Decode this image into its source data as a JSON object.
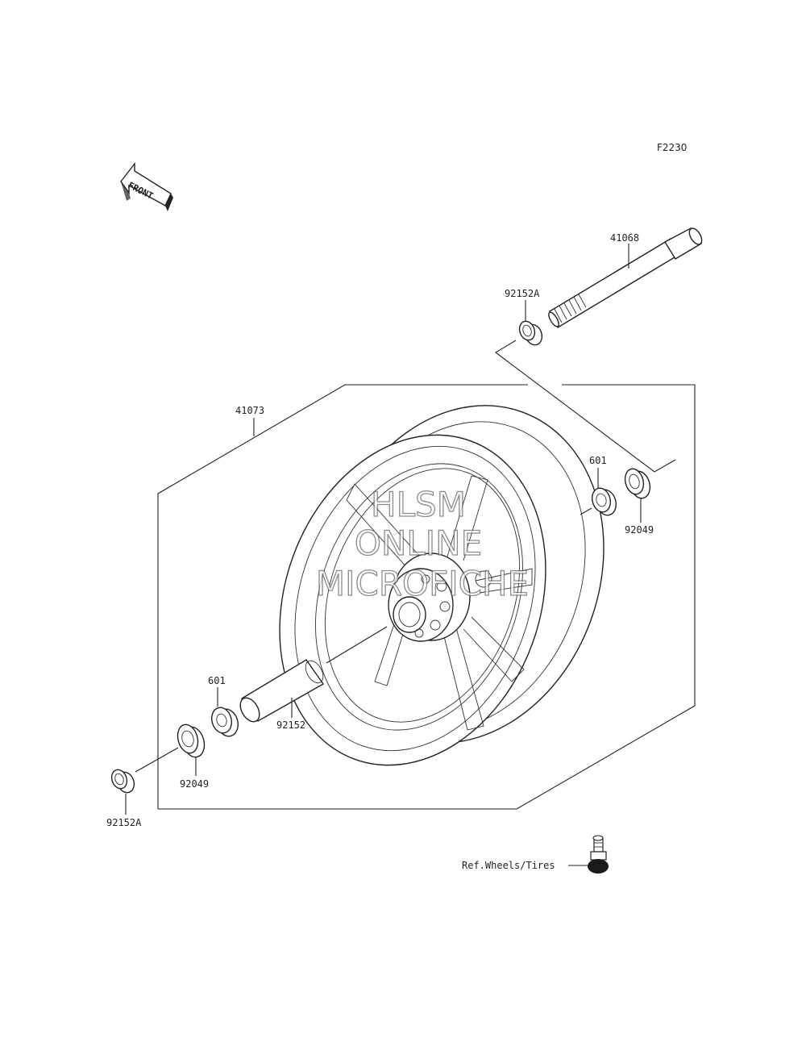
{
  "figure_code": "F2230",
  "front_arrow": {
    "label": "FRONT",
    "icon": "front-direction-arrow-icon"
  },
  "watermark": {
    "line1": "HLSM",
    "line2": "ONLINE",
    "line3": "MICROFICHE"
  },
  "parts": {
    "axle": "41068",
    "wheel": "41073",
    "collar_right": "92152A",
    "collar_left": "92152A",
    "bearing_right": "601",
    "bearing_left": "601",
    "seal_right": "92049",
    "seal_left": "92049",
    "spacer": "92152"
  },
  "reference": {
    "label": "Ref.Wheels/Tires",
    "icon": "tire-valve-icon"
  }
}
